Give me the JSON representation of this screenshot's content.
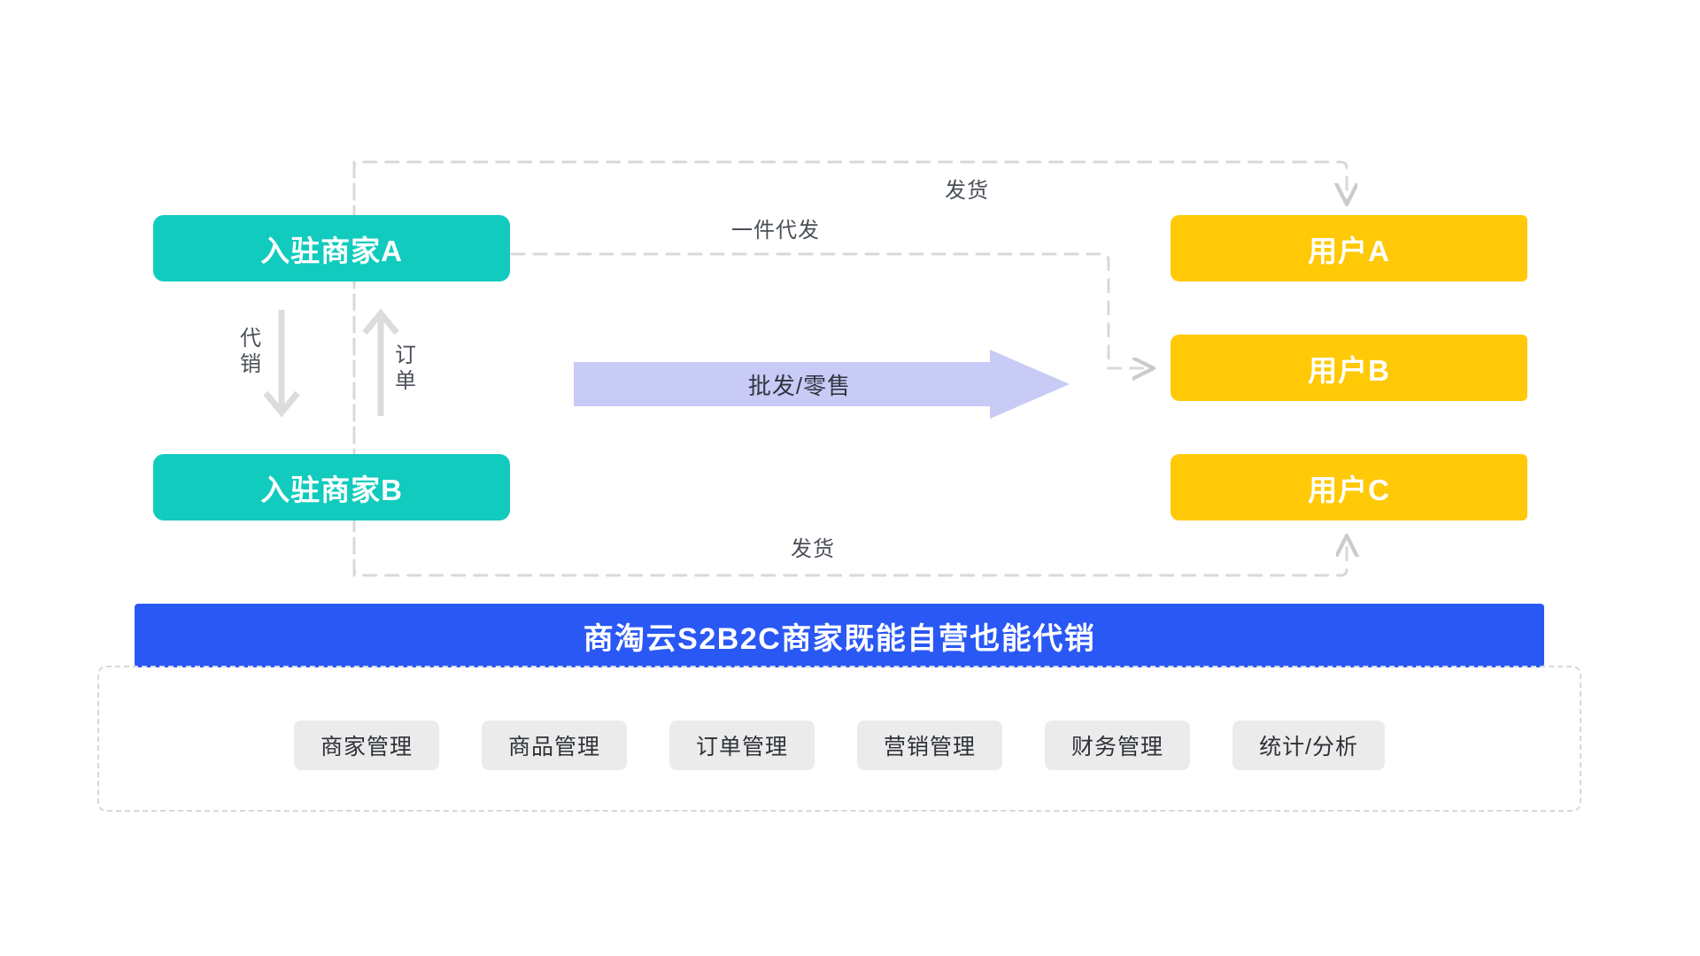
{
  "diagram": {
    "title": "S2B2C merchant self-operation and consignment flow",
    "colors": {
      "merchant": "#11cbbe",
      "user": "#ffc907",
      "banner": "#2a58f5",
      "wholesale_arrow": "#c7cbf5",
      "chip": "#ebebeb",
      "dashed_line": "#d8d8d8"
    },
    "merchants": [
      {
        "id": "merchant-a",
        "label": "入驻商家A"
      },
      {
        "id": "merchant-b",
        "label": "入驻商家B"
      }
    ],
    "users": [
      {
        "id": "user-a",
        "label": "用户A"
      },
      {
        "id": "user-b",
        "label": "用户B"
      },
      {
        "id": "user-c",
        "label": "用户C"
      }
    ],
    "edges": {
      "wholesale": "批发/零售",
      "ship_top": "发货",
      "dropship": "一件代发",
      "ship_bottom": "发货",
      "consign": "代销",
      "order": "订单"
    },
    "banner": {
      "text": "商淘云S2B2C商家既能自营也能代销"
    },
    "platform": {
      "modules": [
        {
          "id": "merchant-management",
          "label": "商家管理"
        },
        {
          "id": "product-management",
          "label": "商品管理"
        },
        {
          "id": "order-management",
          "label": "订单管理"
        },
        {
          "id": "marketing-management",
          "label": "营销管理"
        },
        {
          "id": "finance-management",
          "label": "财务管理"
        },
        {
          "id": "statistics-analysis",
          "label": "统计/分析"
        }
      ]
    }
  }
}
